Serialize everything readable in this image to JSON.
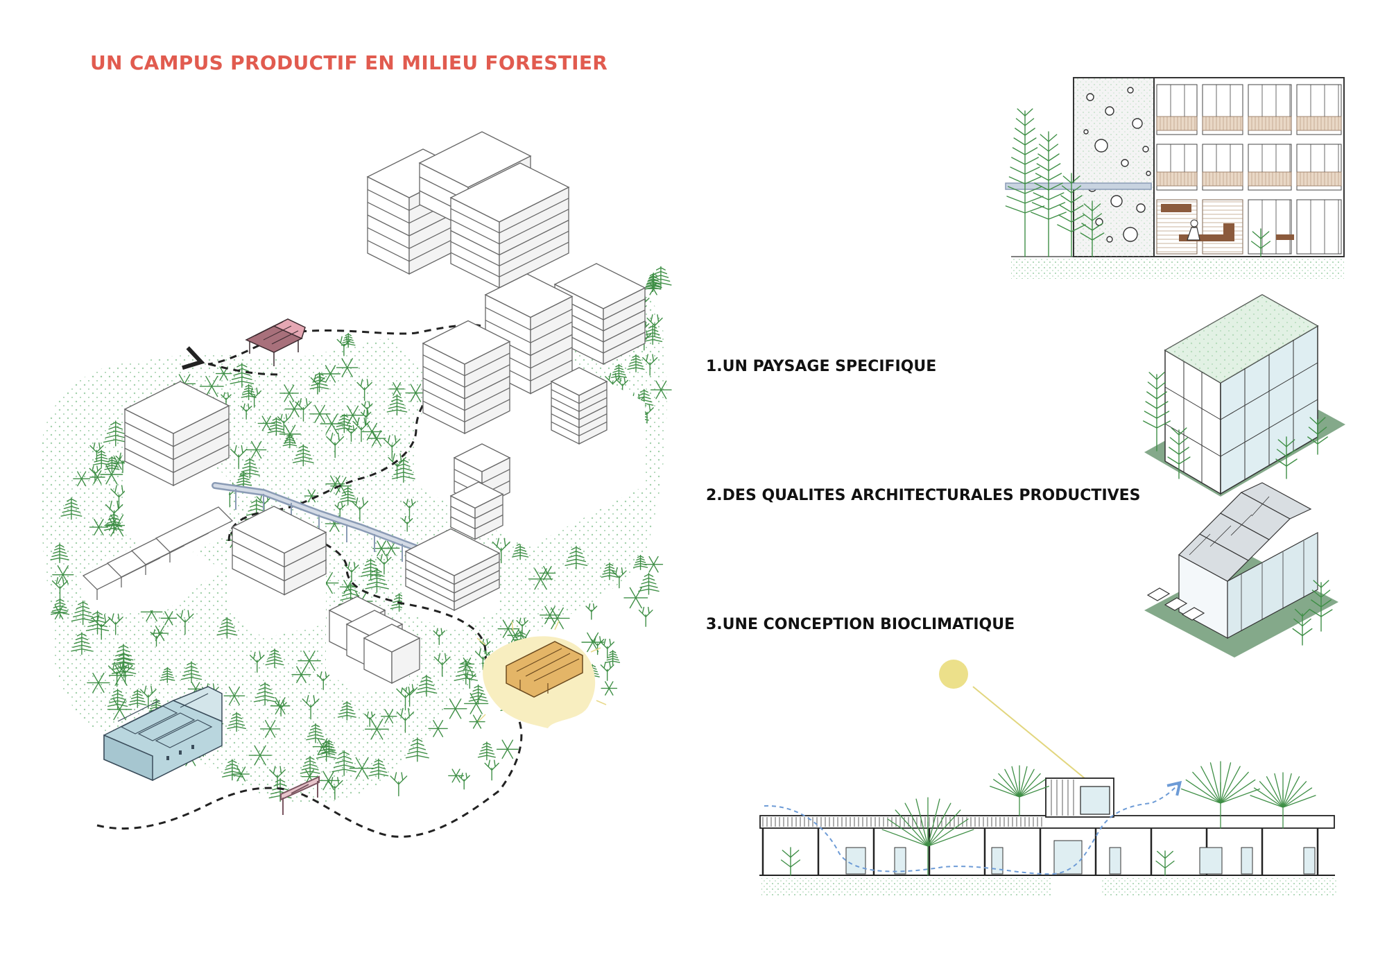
{
  "title": "UN CAMPUS PRODUCTIF EN MILIEU FORESTIER",
  "sections": [
    {
      "label": "1.UN PAYSAGE SPECIFIQUE"
    },
    {
      "label": "2.DES QUALITES ARCHITECTURALES PRODUCTIVES"
    },
    {
      "label": "3.UNE CONCEPTION BIOCLIMATIQUE"
    }
  ],
  "colors": {
    "title": "#e15b4f",
    "tree": "#3f8f46",
    "foliage_dot": "#8fc79a",
    "path": "#222222",
    "footbridge": "#8a9bb5",
    "greenhouse_glass": "#b9d6de",
    "timber_pavilion": "#e4b567",
    "pavilion_glow": "#f8eec0",
    "roof_pink": "#a8707b",
    "sun": "#ece08a",
    "ground_green": "#6f9a76",
    "air_flow": "#6d9bd6"
  },
  "icons": [
    "tree-icon",
    "sun-icon",
    "air-flow-arrow-icon",
    "path-arrow-icon"
  ]
}
